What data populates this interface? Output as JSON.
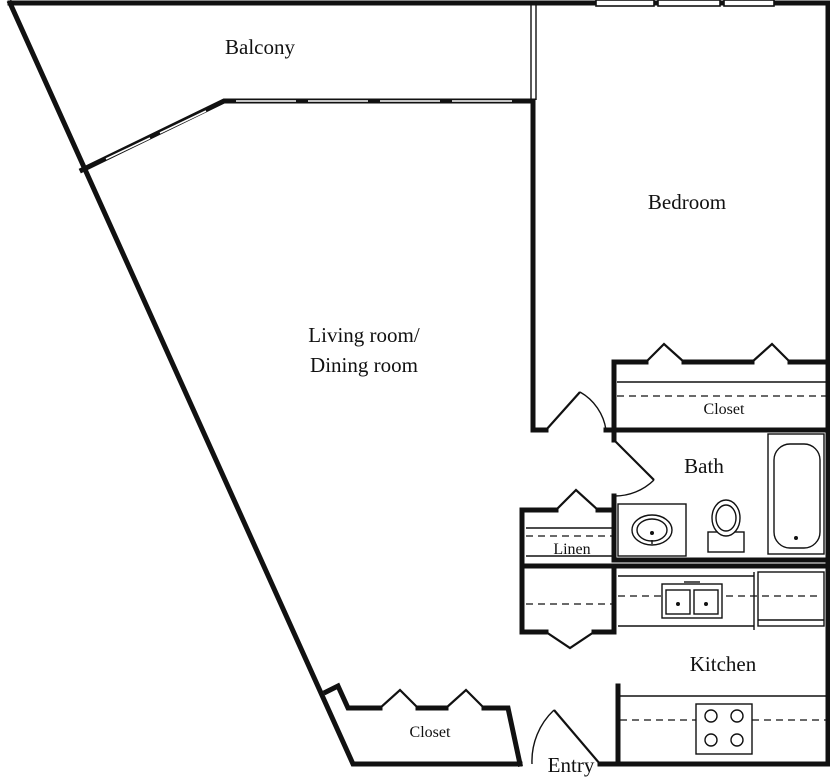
{
  "rooms": {
    "balcony": "Balcony",
    "bedroom": "Bedroom",
    "living_line1": "Living room/",
    "living_line2": "Dining room",
    "bedroom_closet": "Closet",
    "bath": "Bath",
    "linen": "Linen",
    "kitchen": "Kitchen",
    "entry_closet": "Closet",
    "entry": "Entry"
  }
}
